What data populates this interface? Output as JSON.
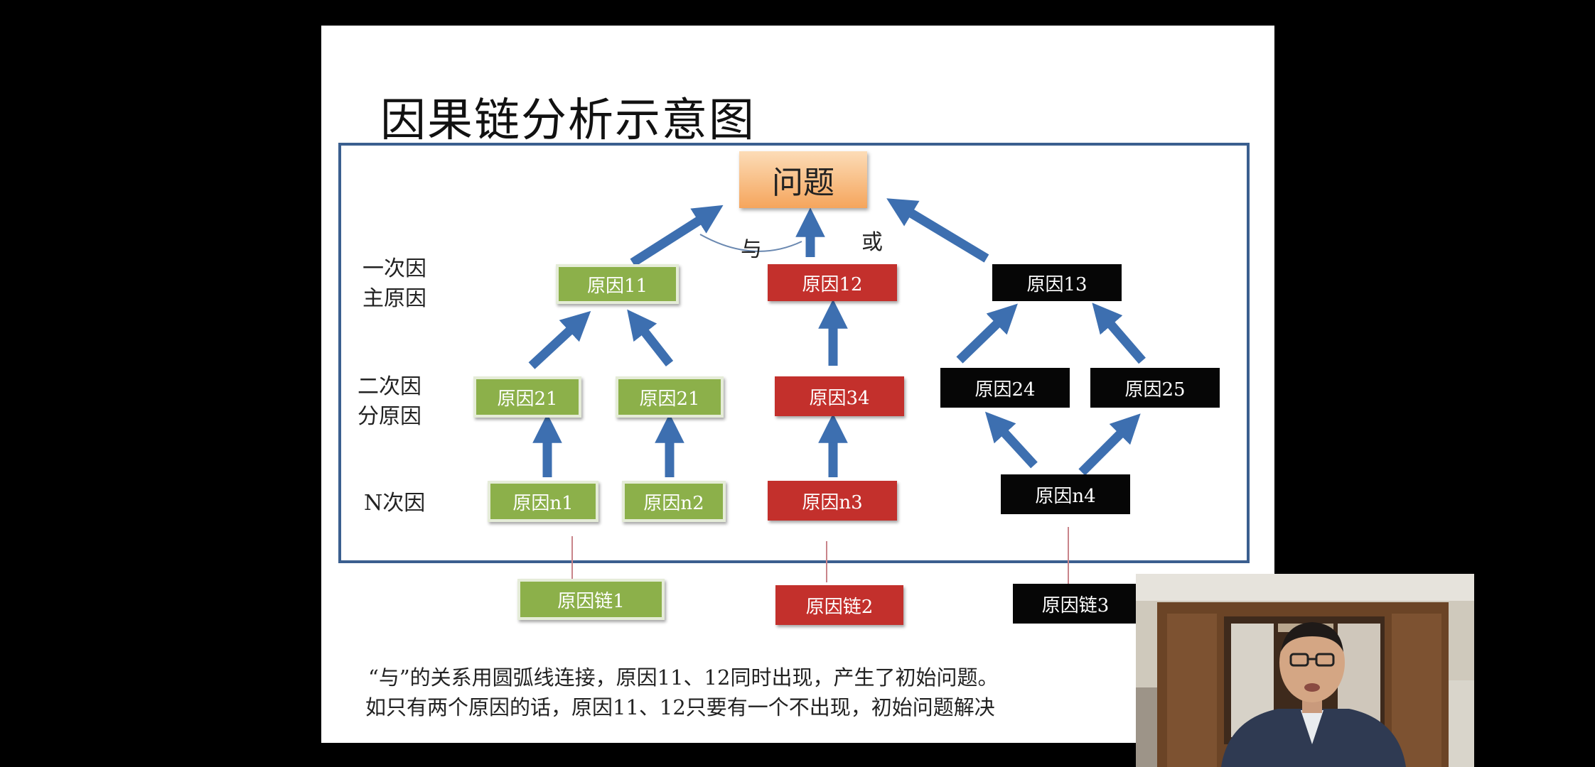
{
  "slide": {
    "title": "因果链分析示意图",
    "problem": "问题",
    "connector_and": "与",
    "connector_or": "或",
    "levels": {
      "first_line1": "一次因",
      "first_line2": "主原因",
      "second_line1": "二次因",
      "second_line2": "分原因",
      "nth": "N次因"
    },
    "causes": {
      "c11": "原因11",
      "c12": "原因12",
      "c13": "原因13",
      "c21a": "原因21",
      "c21b": "原因21",
      "c34": "原因34",
      "c24": "原因24",
      "c25": "原因25",
      "n1": "原因n1",
      "n2": "原因n2",
      "n3": "原因n3",
      "n4": "原因n4"
    },
    "chains": {
      "chain1": "原因链1",
      "chain2": "原因链2",
      "chain3": "原因链3"
    },
    "notes": {
      "line1": "“与”的关系用圆弧线连接，原因11、12同时出现，产生了初始问题。",
      "line2": "如只有两个原因的话，原因11、12只要有一个不出现，初始问题解决"
    }
  },
  "colors": {
    "green": "#8cb04a",
    "red": "#c3302c",
    "black": "#060606",
    "arrow": "#3d6fb0",
    "frame": "#3b5f8f"
  }
}
